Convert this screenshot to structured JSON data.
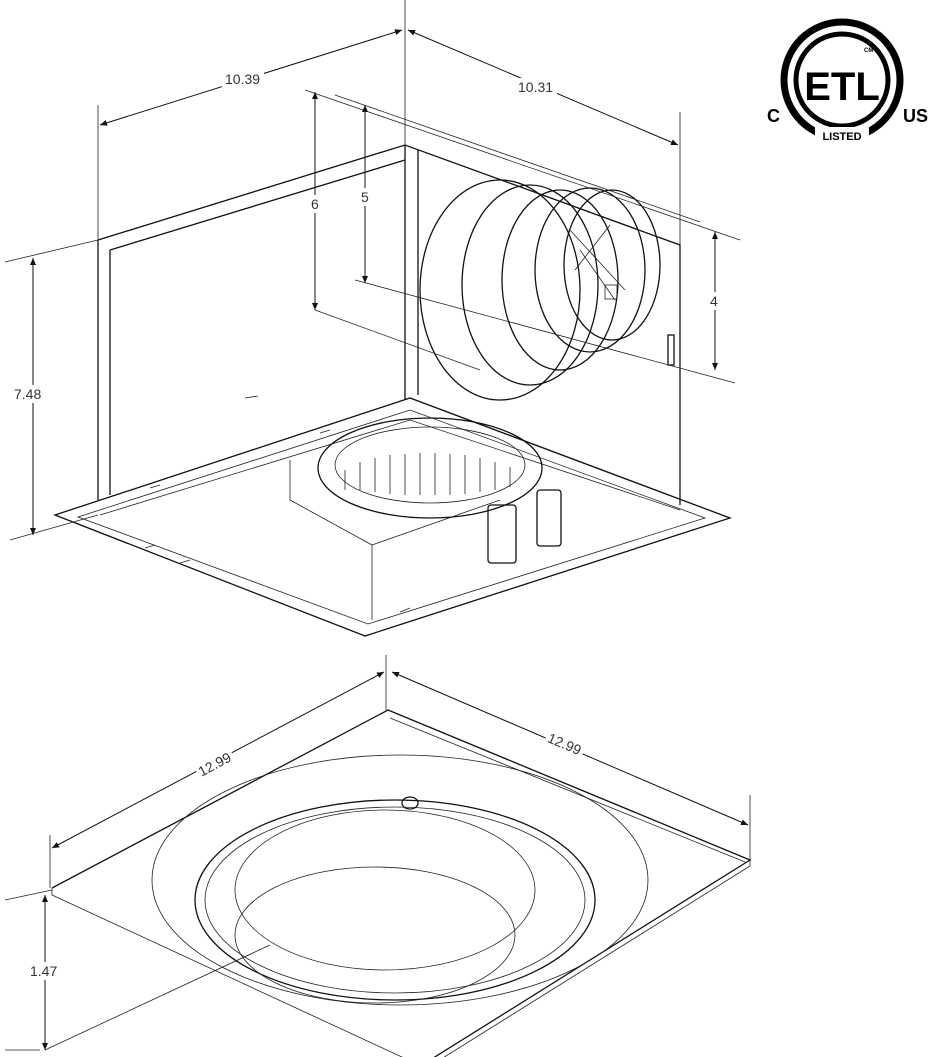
{
  "fan_unit": {
    "width_label": "10.39",
    "depth_label": "10.31",
    "height_label": "7.48",
    "duct_height_outer_label": "6",
    "duct_height_inner_label": "5",
    "duct_diameter_label": "4"
  },
  "grille": {
    "width_left_label": "12.99",
    "width_right_label": "12.99",
    "height_label": "1.47"
  },
  "logo": {
    "mark": "ETL",
    "left": "C",
    "right": "US",
    "bottom": "LISTED",
    "small": "CM"
  }
}
